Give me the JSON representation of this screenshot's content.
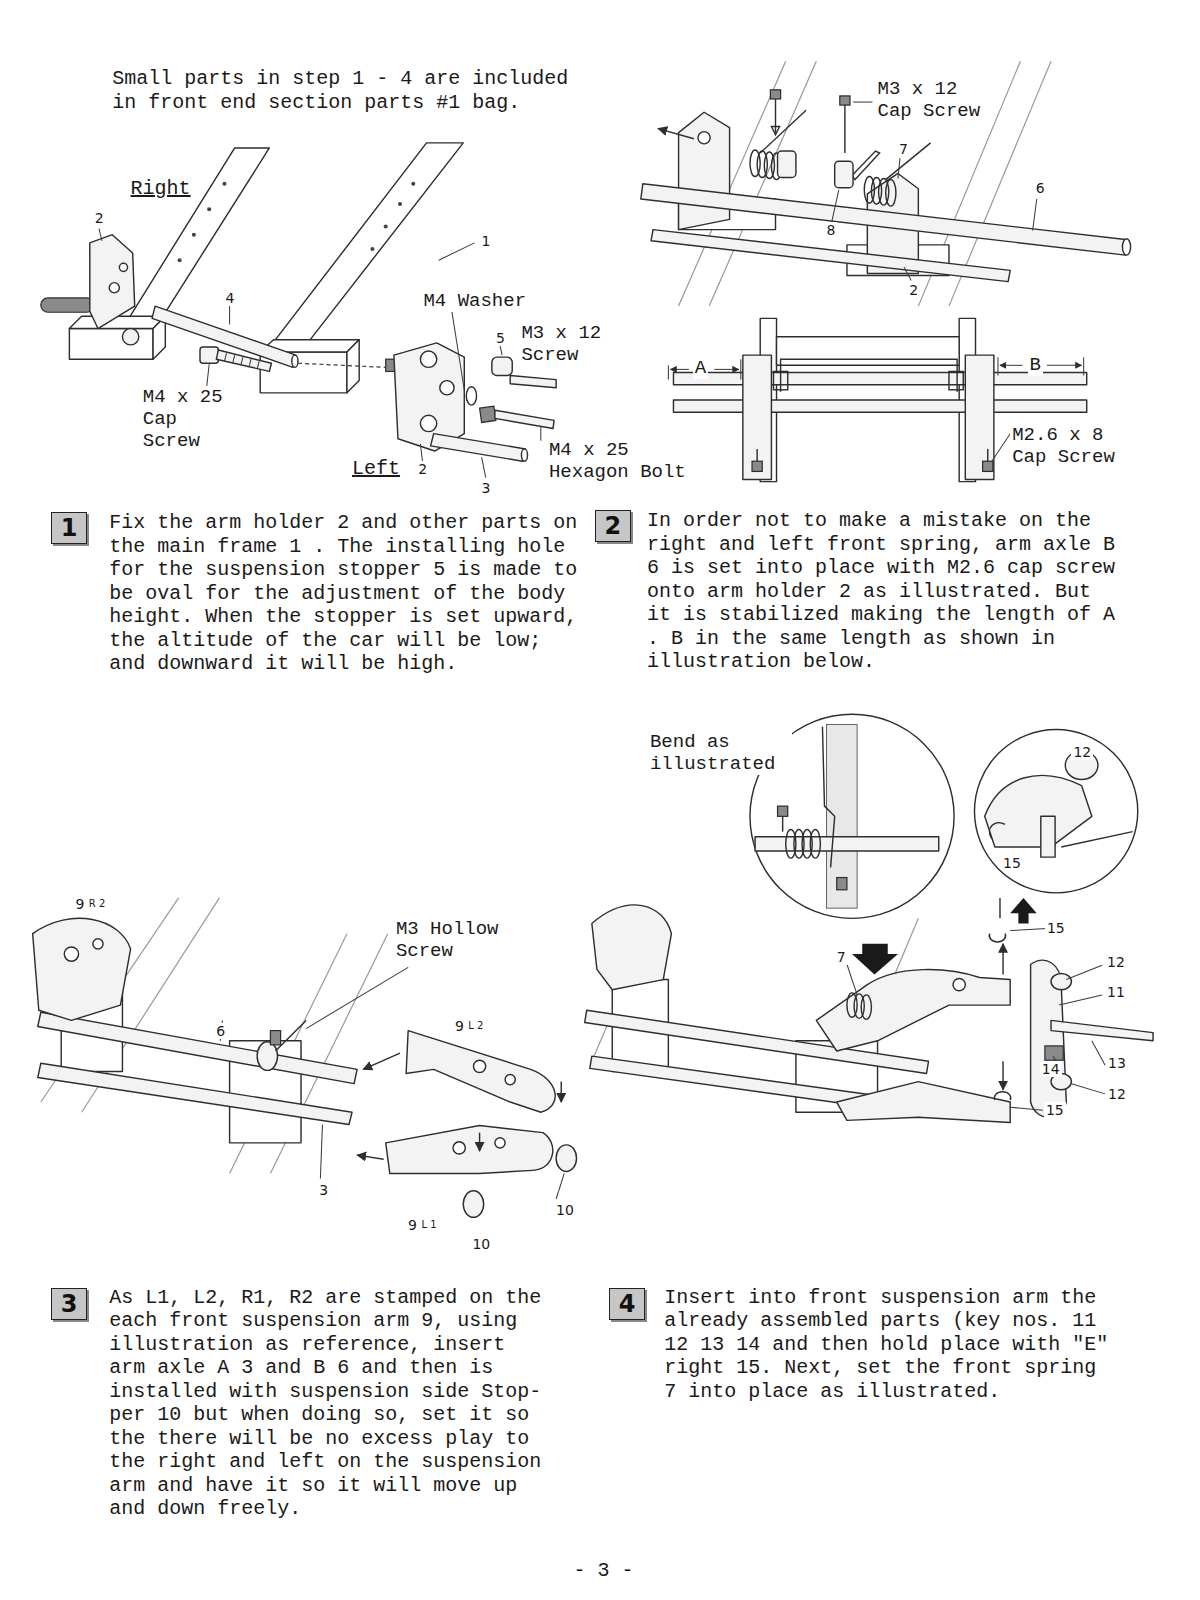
{
  "diagram": {
    "nodes": [
      {
        "text": [
          "1"
        ]
      },
      {
        "text": [
          "2"
        ]
      },
      {
        "text": [
          "3"
        ]
      },
      {
        "text": [
          "4"
        ]
      }
    ],
    "labels": [
      "Small parts in step 1 - 4 are included in front end section parts #1 bag.",
      "Right",
      "2",
      "1",
      "4",
      "M4 Washer",
      "5",
      "M3 x 12 Screw",
      "M4 x 25 Cap Screw",
      "Left",
      "2",
      "3",
      "M4 x 25 Hexagon Bolt",
      "M3 x 12 Cap Screw",
      "7",
      "6",
      "8",
      "2",
      "A",
      "B",
      "M2.6 x 8 Cap Screw",
      "Fix the arm holder 2 and other parts on the main frame 1 . The installing hole for the suspension stopper 5 is made to be oval for the adjustment of the body height. When the stopper is set upward, the altitude of the car will be low; and downward it will be high.",
      "In order not to make a mistake on the right and left front spring, arm axle B 6 is set into place with M2.6 cap screw onto arm holder 2 as illustrated. But it is stabilized making the length of A . B in the same length as shown in illustration below.",
      "Bend as illustrated",
      "12",
      "15",
      "7",
      "15",
      "12",
      "11",
      "13",
      "14",
      "12",
      "15",
      "9",
      "R 2",
      "M3 Hollow Screw",
      "9",
      "L 2",
      "6",
      "3",
      "9",
      "L 1",
      "10",
      "10",
      "As L1, L2, R1, R2 are stamped on the each front suspension arm 9, using illustration as reference, insert arm axle A 3 and B 6 and then is installed with suspension side Stop- per 10 but when doing so, set it so the there will be no excess play to the right and left on the suspension arm and have it so it will move up and down freely.",
      "Insert into front suspension arm the already assembled parts (key nos. 11 12 13 14 and then hold place with \"E\" right 15. Next, set the front spring 7 into place as illustrated.",
      "- 3 -"
    ]
  }
}
